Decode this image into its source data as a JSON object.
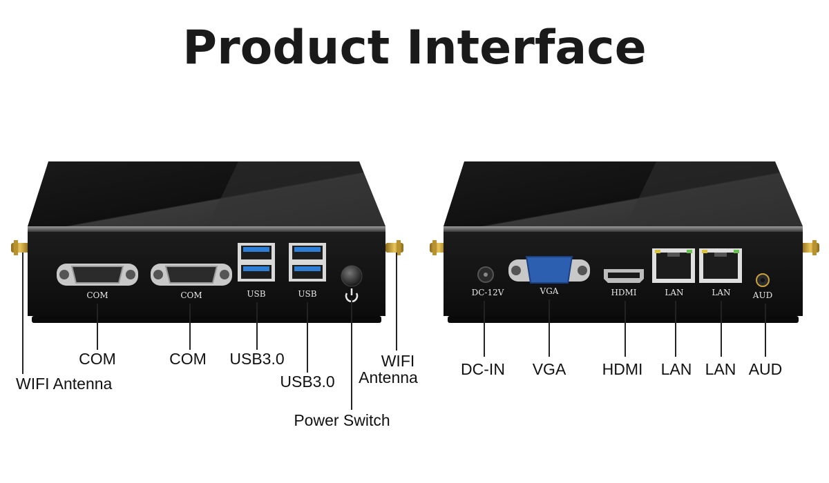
{
  "title": "Product Interface",
  "front": {
    "port_labels": [
      "COM",
      "COM",
      "USB",
      "USB"
    ],
    "callouts": {
      "com1": "COM",
      "com2": "COM",
      "usb1": "USB3.0",
      "usb2": "USB3.0",
      "power": "Power Switch",
      "wifi_left": "WIFI Antenna",
      "wifi_right_line1": "WIFI",
      "wifi_right_line2": "Antenna"
    },
    "icons": [
      "power-icon",
      "antenna-icon"
    ]
  },
  "back": {
    "port_labels": [
      "DC-12V",
      "VGA",
      "HDMI",
      "LAN",
      "LAN",
      "AUD"
    ],
    "callouts": {
      "dcin": "DC-IN",
      "vga": "VGA",
      "hdmi": "HDMI",
      "lan1": "LAN",
      "lan2": "LAN",
      "aud": "AUD"
    }
  },
  "colors": {
    "case": "#141414",
    "vga_port": "#2d5fb0",
    "usb_port": "#2f7fd6",
    "antenna": "#c9a23a",
    "lan_led": "#d8c23a"
  }
}
